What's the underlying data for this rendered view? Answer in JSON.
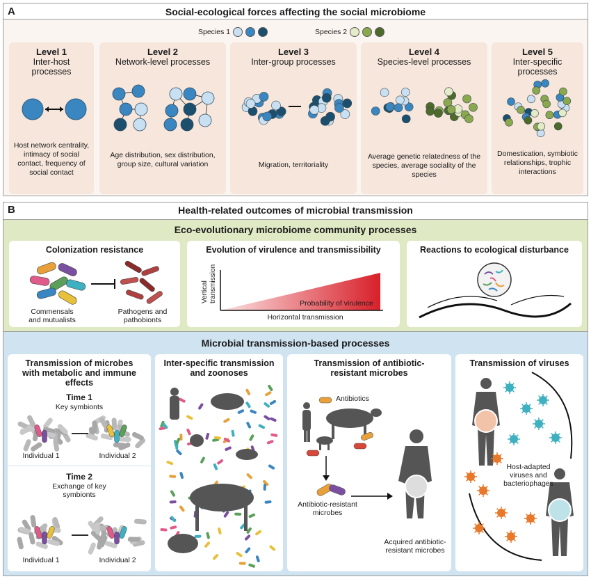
{
  "panel_a": {
    "letter": "A",
    "title": "Social-ecological forces affecting the social microbiome",
    "species1_label": "Species 1",
    "species2_label": "Species 2",
    "species1_colors": [
      "#c9e0f2",
      "#3a86c0",
      "#1c4f6e"
    ],
    "species2_colors": [
      "#e3ecc6",
      "#8aa84e",
      "#4d6a2a"
    ],
    "levels": [
      {
        "title": "Level 1",
        "subtitle": "Inter-host processes",
        "desc": "Host network centrality, intimacy of social contact, frequency of social contact"
      },
      {
        "title": "Level 2",
        "subtitle": "Network-level processes",
        "desc": "Age distribution, sex distribution, group size, cultural variation"
      },
      {
        "title": "Level 3",
        "subtitle": "Inter-group processes",
        "desc": "Migration, territoriality"
      },
      {
        "title": "Level 4",
        "subtitle": "Species-level processes",
        "desc": "Average genetic relatedness of the species, average sociality of the species"
      },
      {
        "title": "Level 5",
        "subtitle": "Inter-specific processes",
        "desc": "Domestication, symbiotic relationships, trophic interactions"
      }
    ]
  },
  "panel_b": {
    "letter": "B",
    "title": "Health-related outcomes of microbial transmission",
    "eco_title": "Eco-evolutionary microbiome community processes",
    "colonization": {
      "title": "Colonization resistance",
      "left_label": "Commensals and mutualists",
      "right_label": "Pathogens and pathobionts"
    },
    "virulence": {
      "title": "Evolution of virulence and transmissibility",
      "ylabel": "Vertical transmission",
      "xlabel": "Horizontal transmission",
      "area_label": "Probability of virulence"
    },
    "disturbance": {
      "title": "Reactions to ecological disturbance"
    },
    "micro_title": "Microbial transmission-based processes",
    "metabolic": {
      "title": "Transmission of microbes with metabolic and immune effects",
      "time1": "Time 1",
      "key_symbionts": "Key symbionts",
      "time2": "Time 2",
      "exchange": "Exchange of key symbionts",
      "ind1": "Individual 1",
      "ind2": "Individual 2"
    },
    "interspecific": {
      "title": "Inter-specific transmission and zoonoses"
    },
    "antibiotic": {
      "title": "Transmission of antibiotic-resistant microbes",
      "antibiotics": "Antibiotics",
      "resistant": "Antibiotic-resistant microbes",
      "acquired": "Acquired antibiotic-resistant microbes"
    },
    "viruses": {
      "title": "Transmission of viruses",
      "label": "Host-adapted viruses and bacteriophages"
    }
  }
}
